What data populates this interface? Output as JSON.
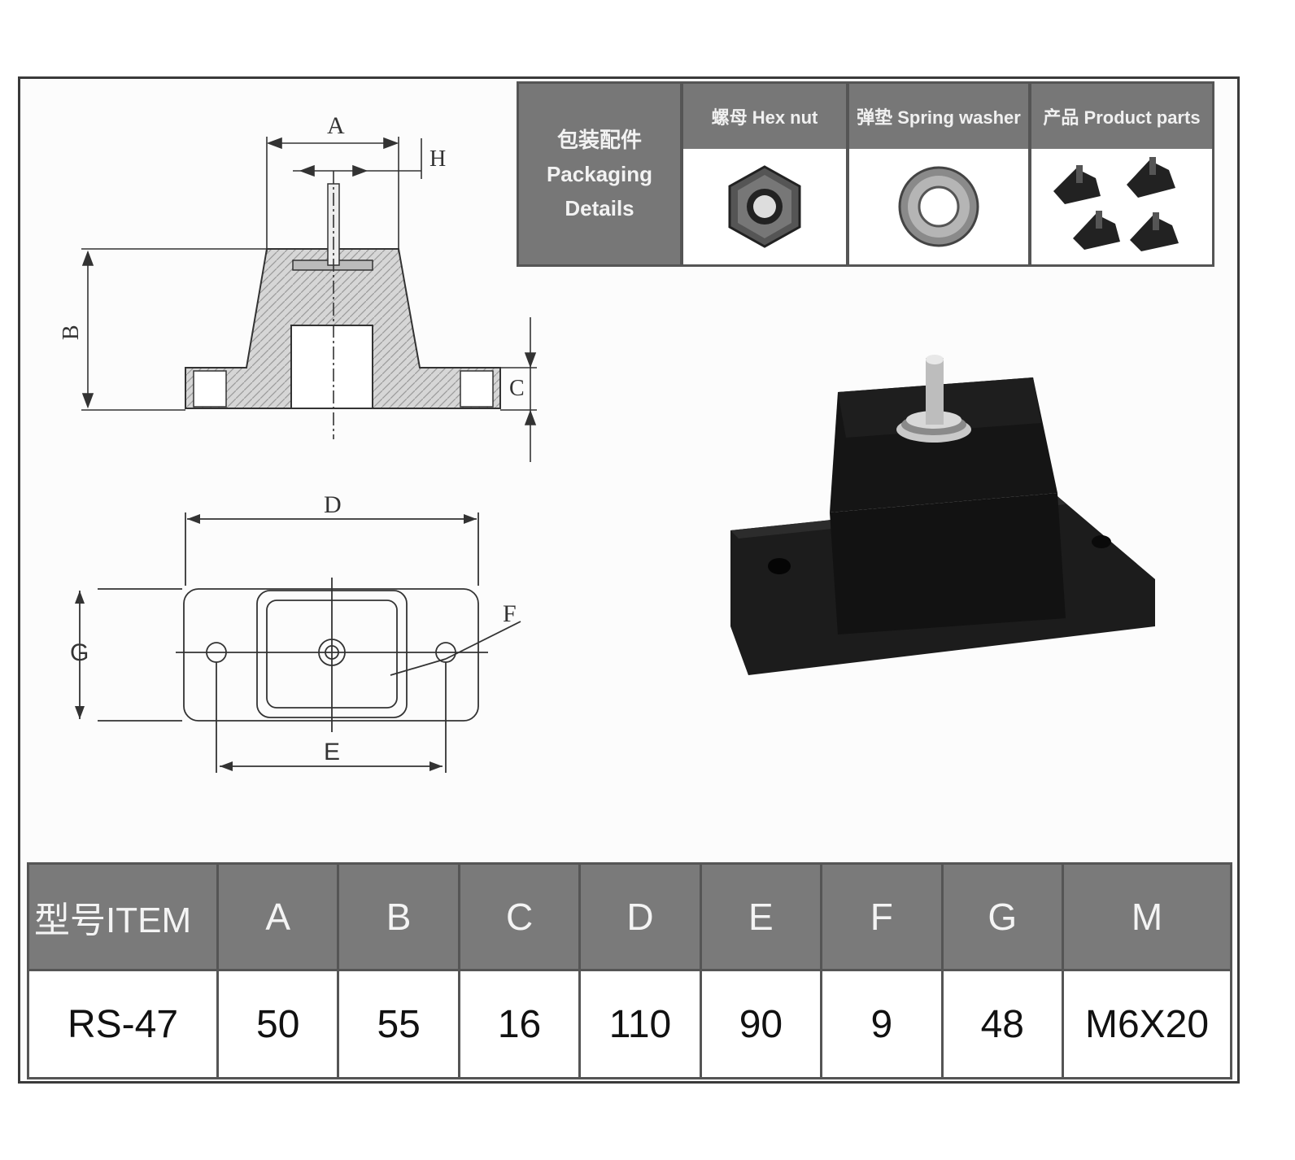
{
  "accessories": {
    "header_lines": [
      "包装配件",
      "Packaging",
      "Details"
    ],
    "items": [
      {
        "label": "螺母 Hex nut",
        "icon": "hex-nut-icon"
      },
      {
        "label": "弹垫 Spring washer",
        "icon": "spring-washer-icon"
      },
      {
        "label": "产品 Product parts",
        "icon": "mount-parts-icon"
      }
    ]
  },
  "drawing": {
    "labels": {
      "A": "A",
      "H": "H",
      "B": "B",
      "C": "C",
      "D": "D",
      "E": "E",
      "F": "F",
      "G": "G"
    }
  },
  "spec_table": {
    "headers": [
      "型号ITEM",
      "A",
      "B",
      "C",
      "D",
      "E",
      "F",
      "G",
      "M"
    ],
    "values": [
      "RS-47",
      "50",
      "55",
      "16",
      "110",
      "90",
      "9",
      "48",
      "M6X20"
    ]
  }
}
